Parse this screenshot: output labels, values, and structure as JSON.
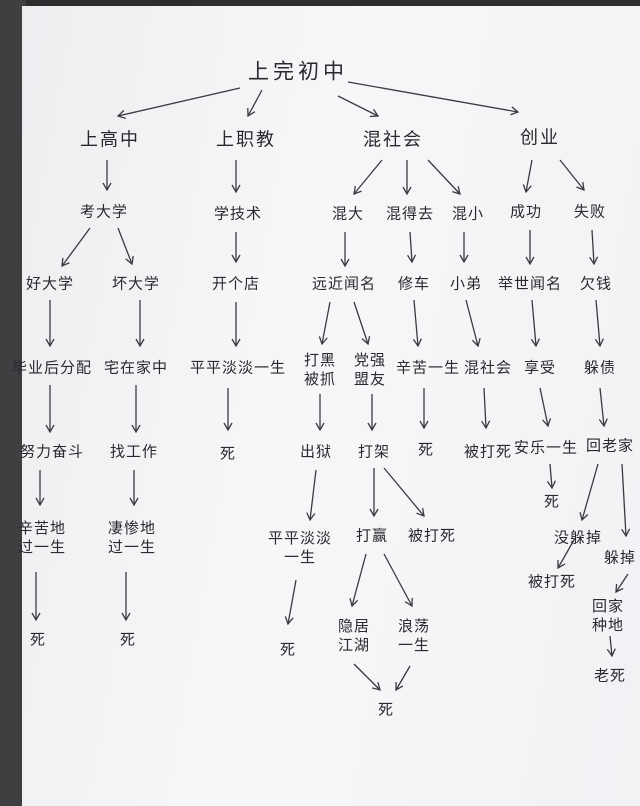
{
  "diagram": {
    "root": "上完初中",
    "level1": [
      "上高中",
      "上职教",
      "混社会",
      "创业"
    ],
    "nodes": {
      "kao_daxue": "考大学",
      "hao_daxue": "好大学",
      "huai_daxue": "坏大学",
      "bukuan_fenpei": "毕业后分配",
      "dai_zai_jiazhong": "宅在家中",
      "nuli_fendou": "努力奋斗",
      "zhao_gongzuo": "找工作",
      "xinku_yisheng": "辛苦地\n过一生",
      "qicanshi_yisheng": "凄惨地\n过一生",
      "si_1": "死",
      "si_2": "死",
      "xue_jishu": "学技术",
      "kai_ge_dian": "开个店",
      "pingping_danqsheng": "平平淡淡一生",
      "si_3": "死",
      "hun_da": "混大",
      "hun_de_qu": "混得去",
      "hun_xiao": "混小",
      "yuanjin_wenming": "远近闻名",
      "xiu_che": "修车",
      "xiao_mi": "小弟",
      "dahei_bei_zhua": "打黑\n被抓",
      "dang_zhiqiang_mengjiu": "党强\n盟友",
      "xinku_yisheng_2": "辛苦一生",
      "hun_shehui_2": "混社会",
      "chu_yu": "出狱",
      "da_jia": "打架",
      "si_4": "死",
      "bei_dasi_1": "被打死",
      "pingping_danqsheng_2": "平平淡淡\n一生",
      "da_ying": "打赢",
      "bei_dasi_2": "被打死",
      "si_5": "死",
      "yinju_jianghu": "隐居\n江湖",
      "langdang_yisheng": "浪荡\n一生",
      "si_6": "死",
      "chenggong": "成功",
      "shibai": "失败",
      "jushi_wenming": "举世闻名",
      "qian_qian": "欠钱",
      "yao_fei": "享受",
      "pian_guo": "躲债",
      "anle_yisheng": "安乐一生",
      "hui_laojia": "回老家",
      "si_7": "死",
      "bei_sha_zhu": "没躲掉",
      "duo_diao": "躲掉",
      "bei_dasi_3": "被打死",
      "huijia_zhongdi": "回家\n种地",
      "lao_si": "老死"
    }
  }
}
